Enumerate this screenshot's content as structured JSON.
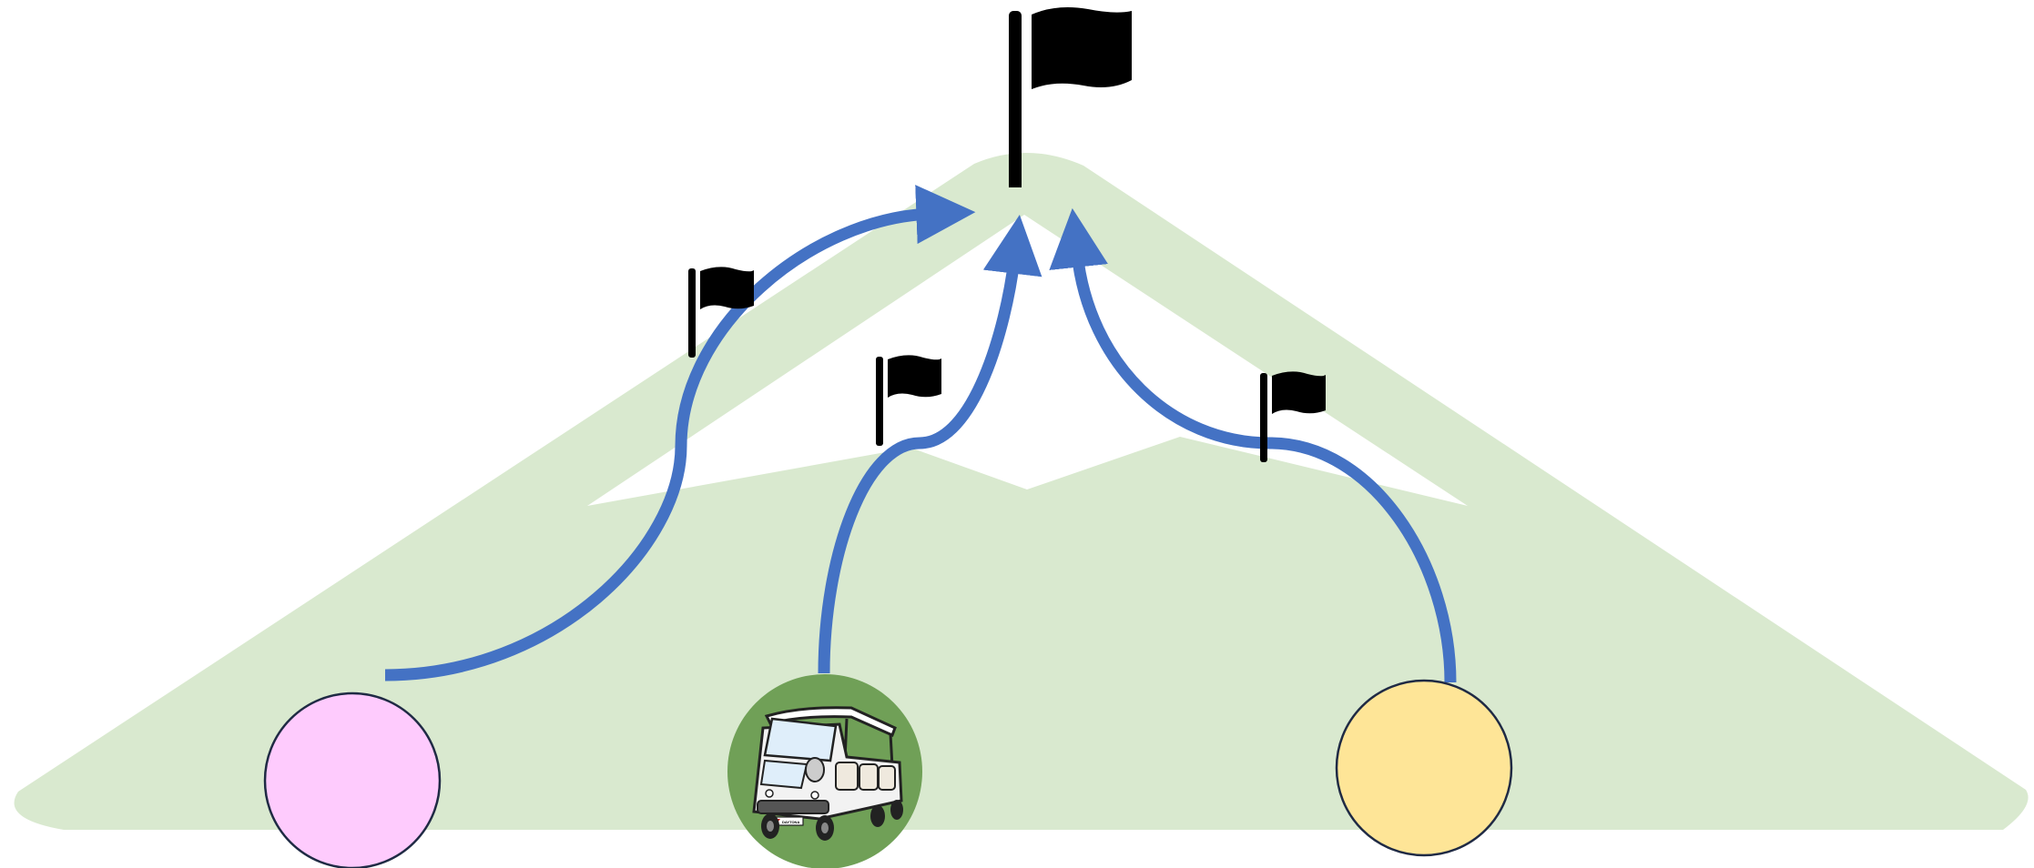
{
  "diagram": {
    "mountain_color": "#d9e9cf",
    "arrow_color": "#4472c4",
    "flag_color": "#000000",
    "summit_flag_icon": "flag-icon",
    "waypoint_flag_icon": "flag-icon",
    "start_nodes": [
      {
        "id": "pink",
        "fill": "#fecbfd",
        "stroke": "#1f2a44"
      },
      {
        "id": "cart",
        "fill": "#70a057",
        "icon": "golf-cart-icon"
      },
      {
        "id": "yellow",
        "fill": "#fee597",
        "stroke": "#1f2a44"
      }
    ],
    "cart_plate_text": "DAYTONA"
  }
}
